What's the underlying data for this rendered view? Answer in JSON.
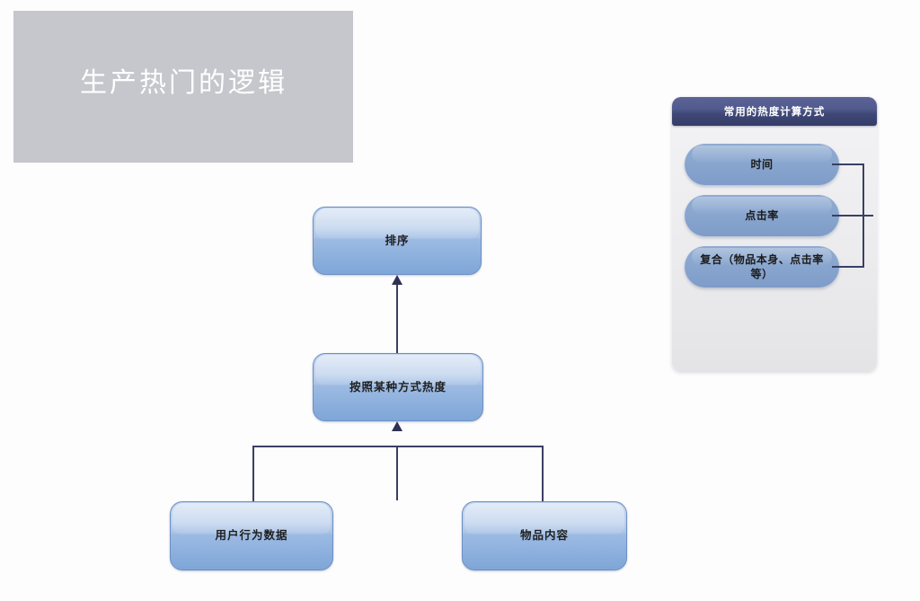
{
  "banner": {
    "title": "生产热门的逻辑",
    "background_color": "#c6c7cc",
    "text_color": "#ffffff"
  },
  "flowchart": {
    "boxes": [
      {
        "id": "sort",
        "label": "排序"
      },
      {
        "id": "heat",
        "label": "按照某种方式热度"
      },
      {
        "id": "behavior",
        "label": "用户行为数据"
      },
      {
        "id": "content",
        "label": "物品内容"
      }
    ],
    "edges": [
      {
        "from": "heat",
        "to": "sort",
        "arrow": "up"
      },
      {
        "from": "behavior",
        "to": "heat",
        "arrow": "up"
      },
      {
        "from": "content",
        "to": "heat",
        "arrow": "up"
      }
    ],
    "connector_color": "#3a3f63",
    "box_accent_color": "#7fa6d8"
  },
  "methods_panel": {
    "title": "常用的热度计算方式",
    "header_color": "#3f4876",
    "body_color": "#ececee",
    "pill_color": "#89a6cf",
    "items": [
      {
        "id": "time",
        "label": "时间"
      },
      {
        "id": "ctr",
        "label": "点击率"
      },
      {
        "id": "hybrid",
        "label": "复合（物品本身、点击率等）"
      }
    ]
  }
}
